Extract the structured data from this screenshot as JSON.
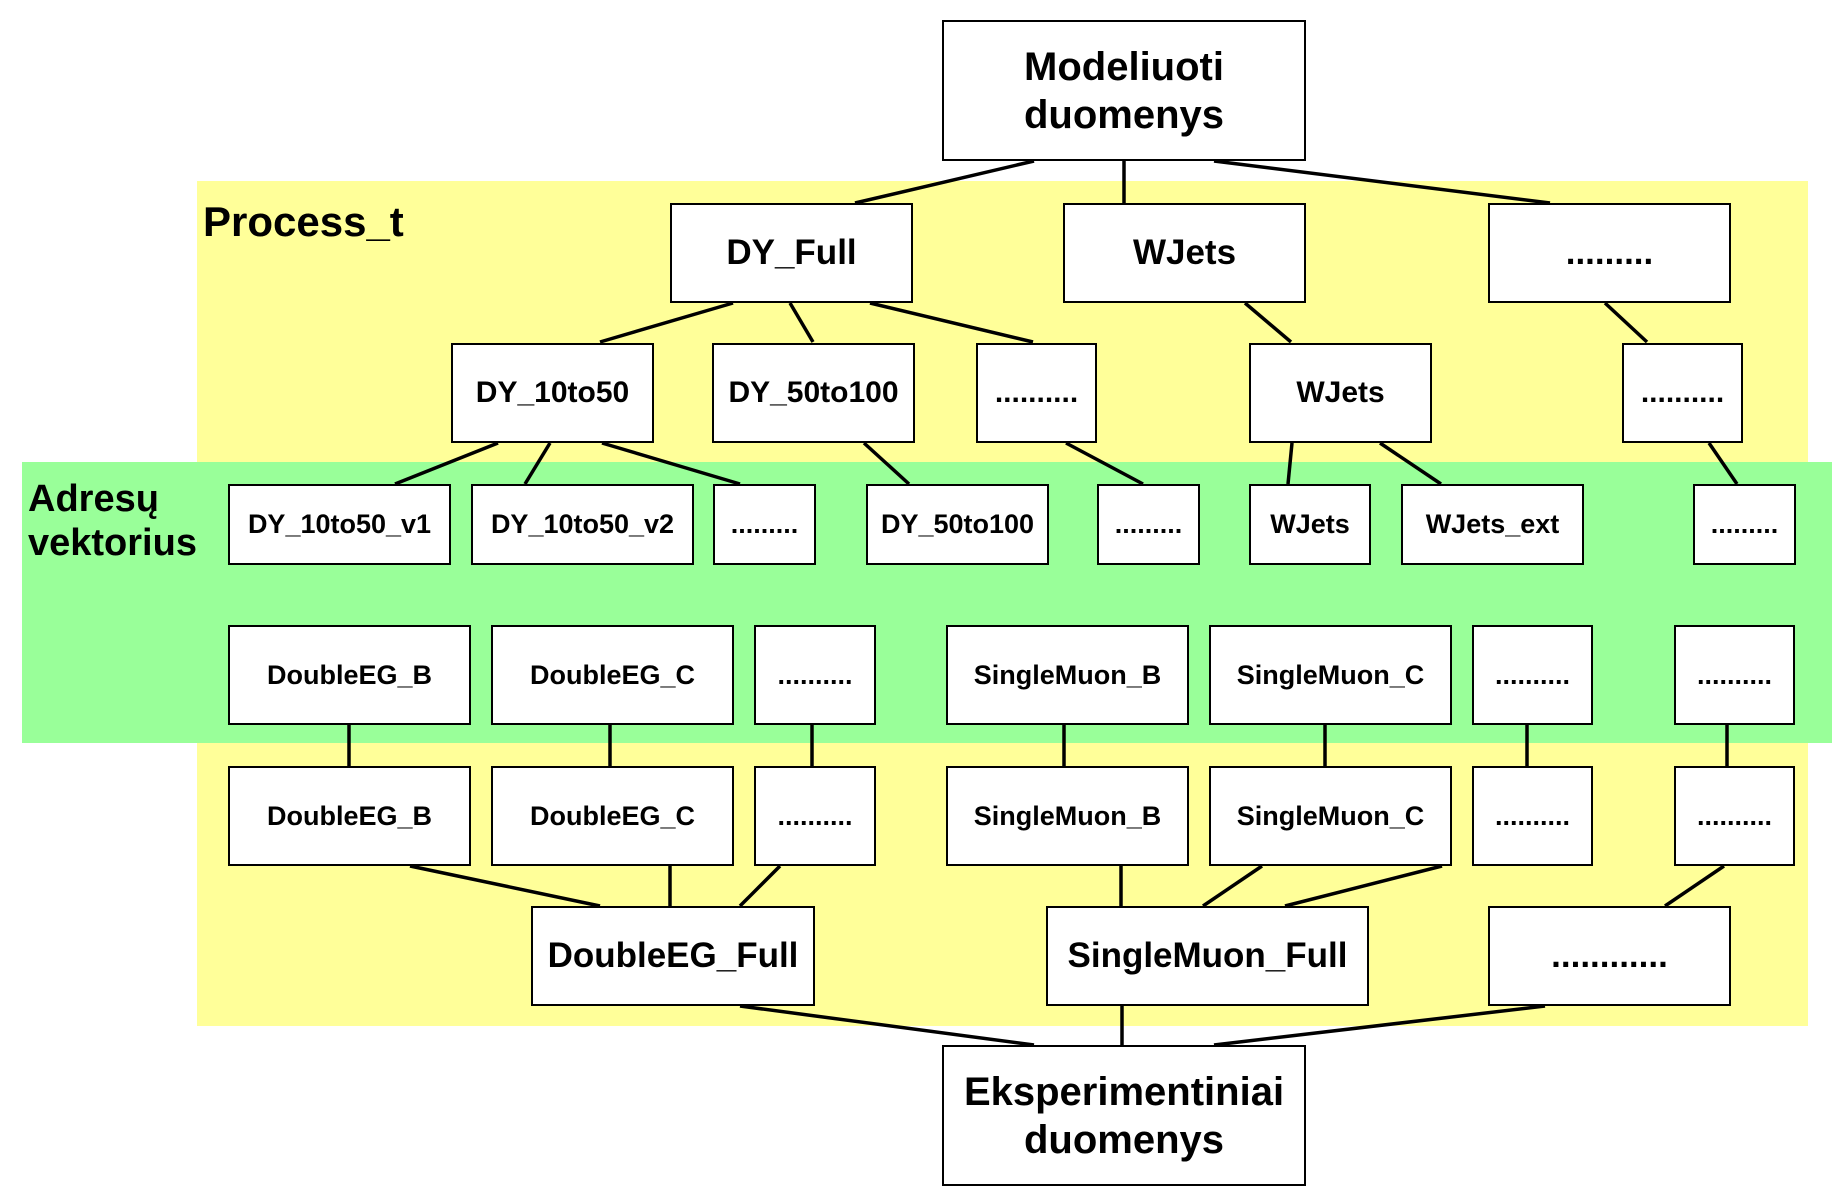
{
  "groups": {
    "process_label": "Process_t",
    "adresu_label_line1": "Adresų",
    "adresu_label_line2": "vektorius"
  },
  "nodes": {
    "simulated": {
      "line1": "Modeliuoti",
      "line2": "duomenys"
    },
    "experimental": {
      "line1": "Eksperimentiniai",
      "line2": "duomenys"
    },
    "dy_full": "DY_Full",
    "wjets_top": "WJets",
    "dots_top": ".........",
    "dy_10to50": "DY_10to50",
    "dy_50to100": "DY_50to100",
    "dots_mid1": "..........",
    "wjets_mid": "WJets",
    "dots_mid2": "..........",
    "dy_10to50_v1": "DY_10to50_v1",
    "dy_10to50_v2": "DY_10to50_v2",
    "dots_v1": ".........",
    "dy_50to100_v": "DY_50to100",
    "dots_v2": ".........",
    "wjets_v": "WJets",
    "wjets_ext": "WJets_ext",
    "dots_v3": ".........",
    "doubleeg_b_upper": "DoubleEG_B",
    "doubleeg_c_upper": "DoubleEG_C",
    "dots_g1_upper": "..........",
    "singlemuon_b_upper": "SingleMuon_B",
    "singlemuon_c_upper": "SingleMuon_C",
    "dots_g2_upper": "..........",
    "dots_g3_upper": "..........",
    "doubleeg_b_lower": "DoubleEG_B",
    "doubleeg_c_lower": "DoubleEG_C",
    "dots_g1_lower": "..........",
    "singlemuon_b_lower": "SingleMuon_B",
    "singlemuon_c_lower": "SingleMuon_C",
    "dots_g2_lower": "..........",
    "dots_g3_lower": "..........",
    "doubleeg_full": "DoubleEG_Full",
    "singlemuon_full": "SingleMuon_Full",
    "dots_full": "............"
  },
  "colors": {
    "process_band": "#ffff99",
    "address_band": "#99ff99",
    "node_fill": "#ffffff",
    "stroke": "#000000"
  }
}
